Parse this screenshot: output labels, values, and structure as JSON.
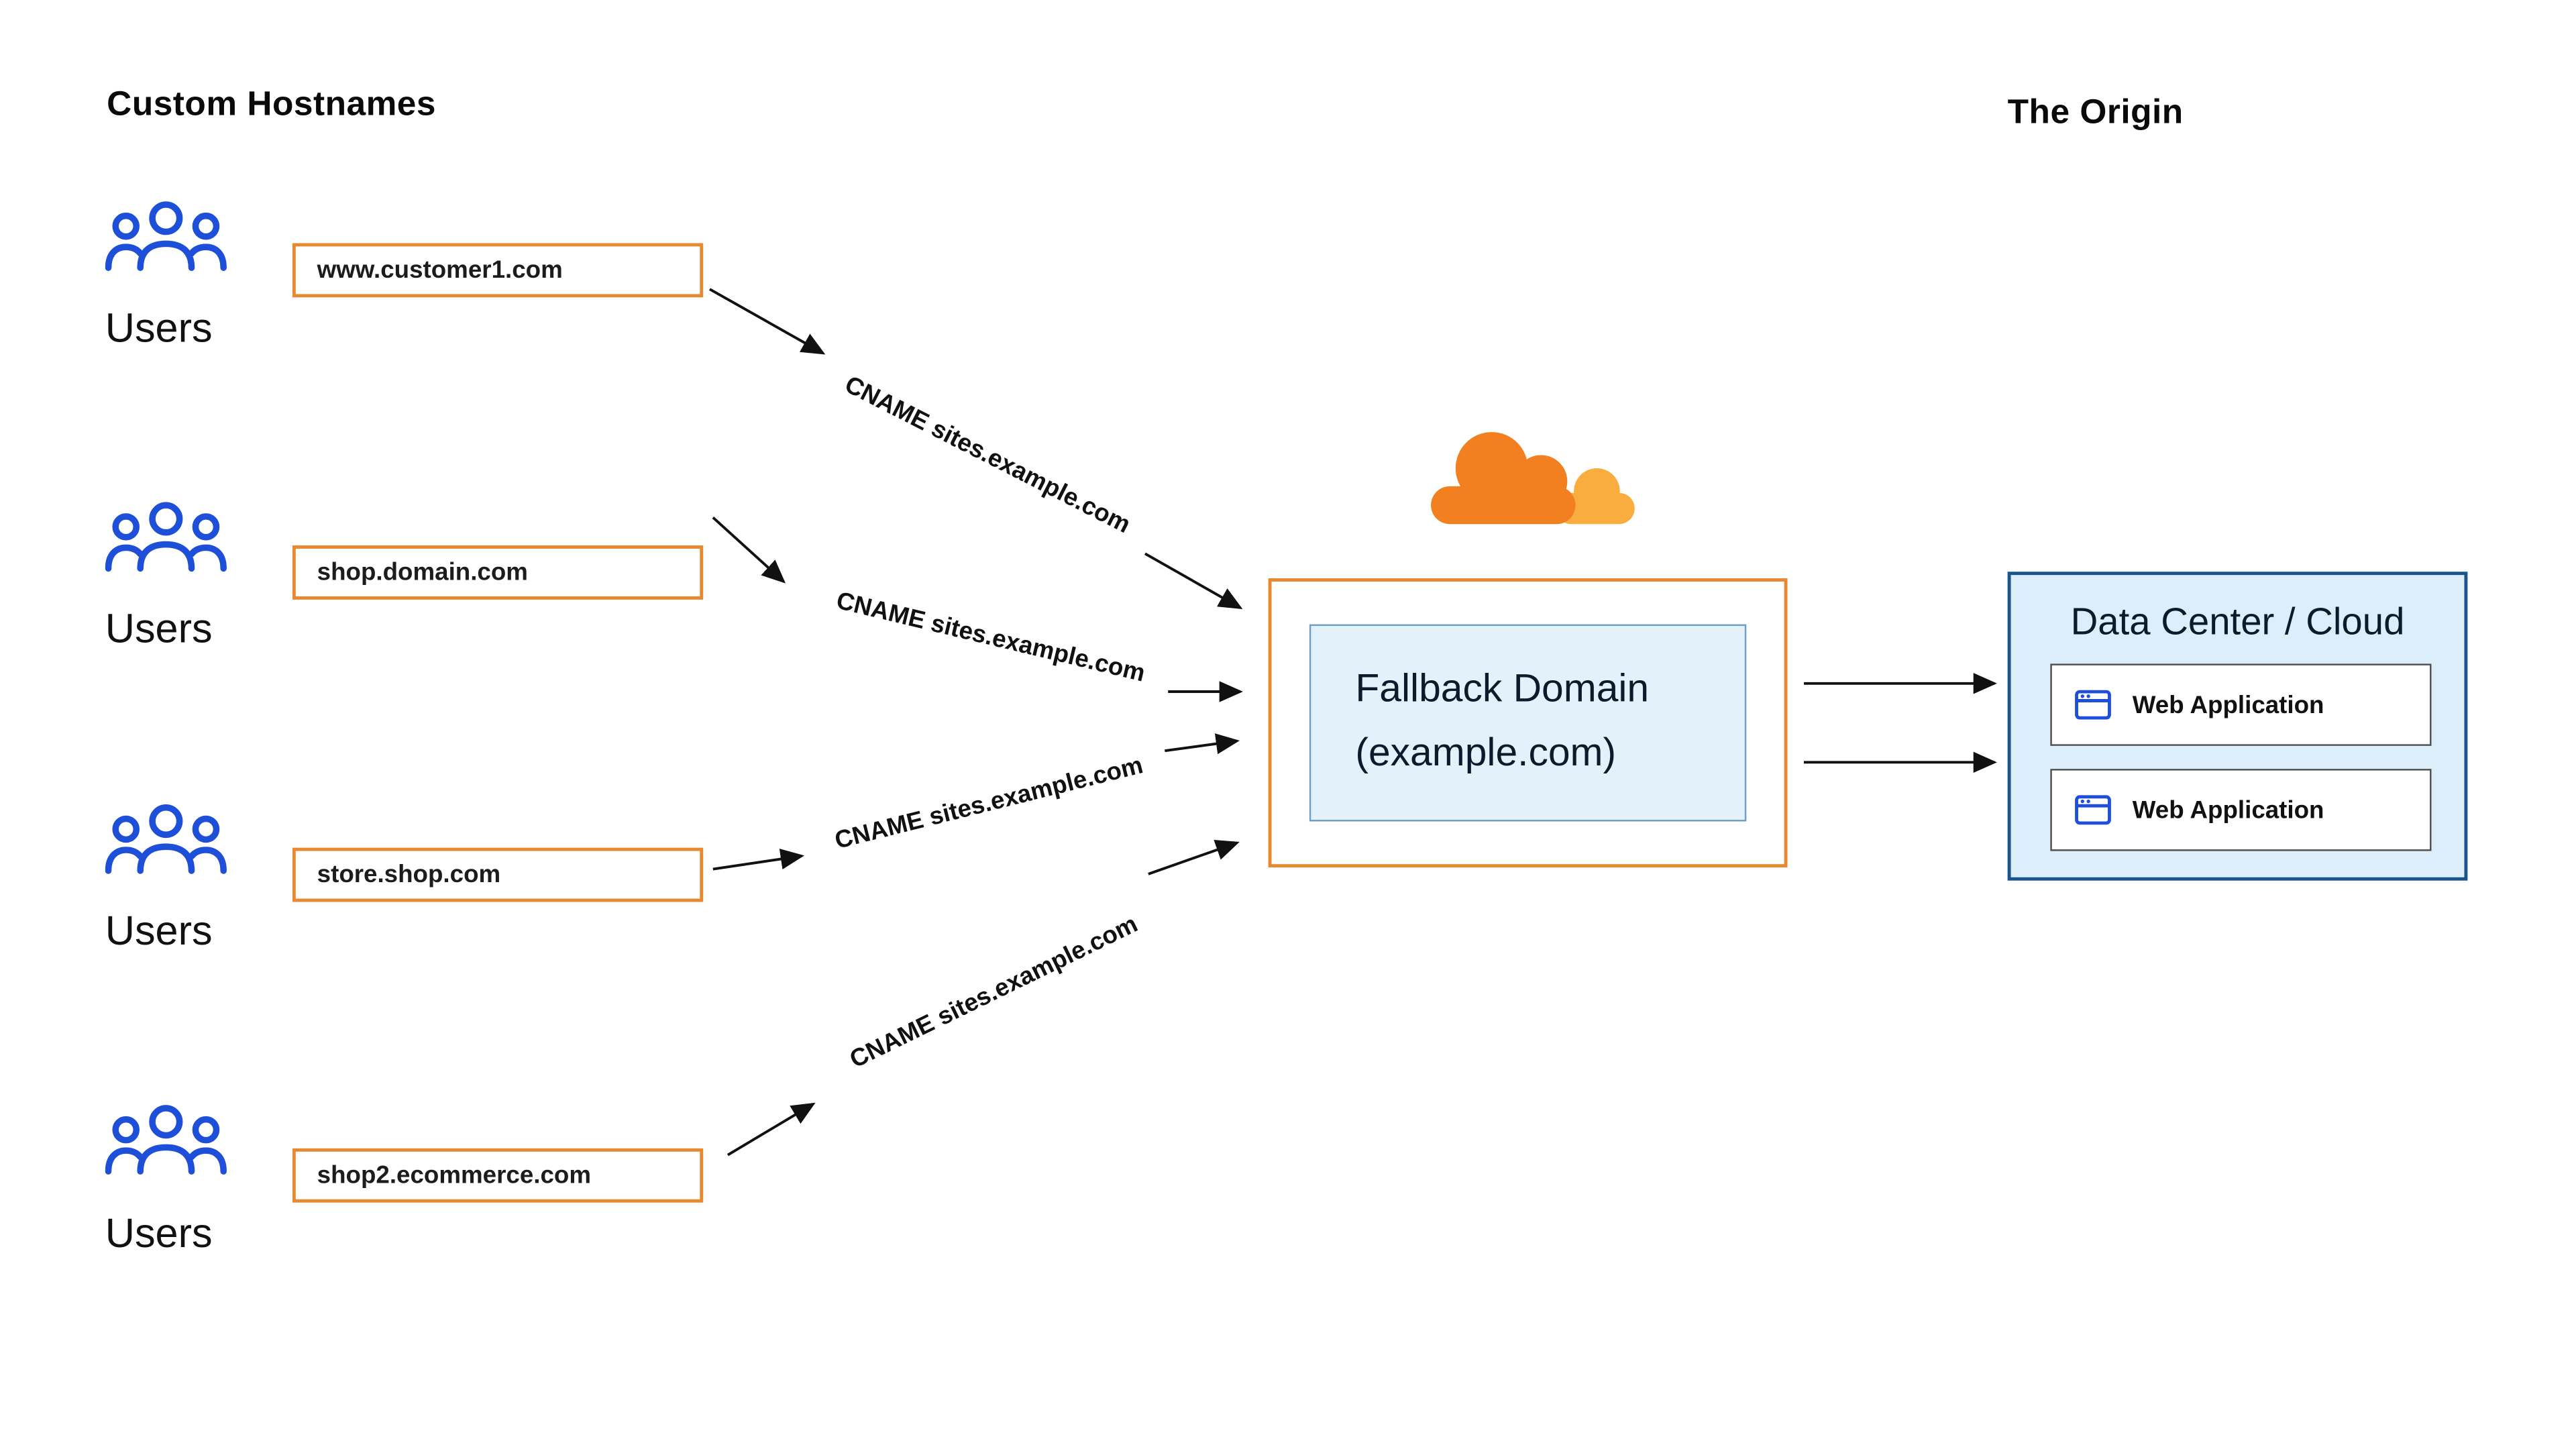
{
  "header": {
    "left_title": "Custom Hostnames",
    "right_title": "The Origin"
  },
  "groups": [
    {
      "users_label": "Users",
      "hostname": "www.customer1.com",
      "cname": "CNAME sites.example.com"
    },
    {
      "users_label": "Users",
      "hostname": "shop.domain.com",
      "cname": "CNAME sites.example.com"
    },
    {
      "users_label": "Users",
      "hostname": "store.shop.com",
      "cname": "CNAME sites.example.com"
    },
    {
      "users_label": "Users",
      "hostname": "shop2.ecommerce.com",
      "cname": "CNAME sites.example.com"
    }
  ],
  "fallback": {
    "line1": "Fallback Domain",
    "line2": "(example.com)"
  },
  "origin": {
    "title": "Data Center / Cloud",
    "applications": [
      {
        "label": "Web Application"
      },
      {
        "label": "Web Application"
      }
    ]
  },
  "icons": {
    "users": "users-group-icon",
    "cloudflare": "cloudflare-cloud-logo",
    "browser": "browser-window-icon"
  },
  "colors": {
    "orange_border": "#E8892F",
    "cloudflare_orange": "#F38020",
    "cloudflare_light_orange": "#FAAD3F",
    "icon_blue": "#1D4FD8",
    "origin_fill": "#DCEEF9",
    "origin_border": "#19548C",
    "fallback_fill": "#E3F1FA",
    "arrow": "#111111"
  }
}
